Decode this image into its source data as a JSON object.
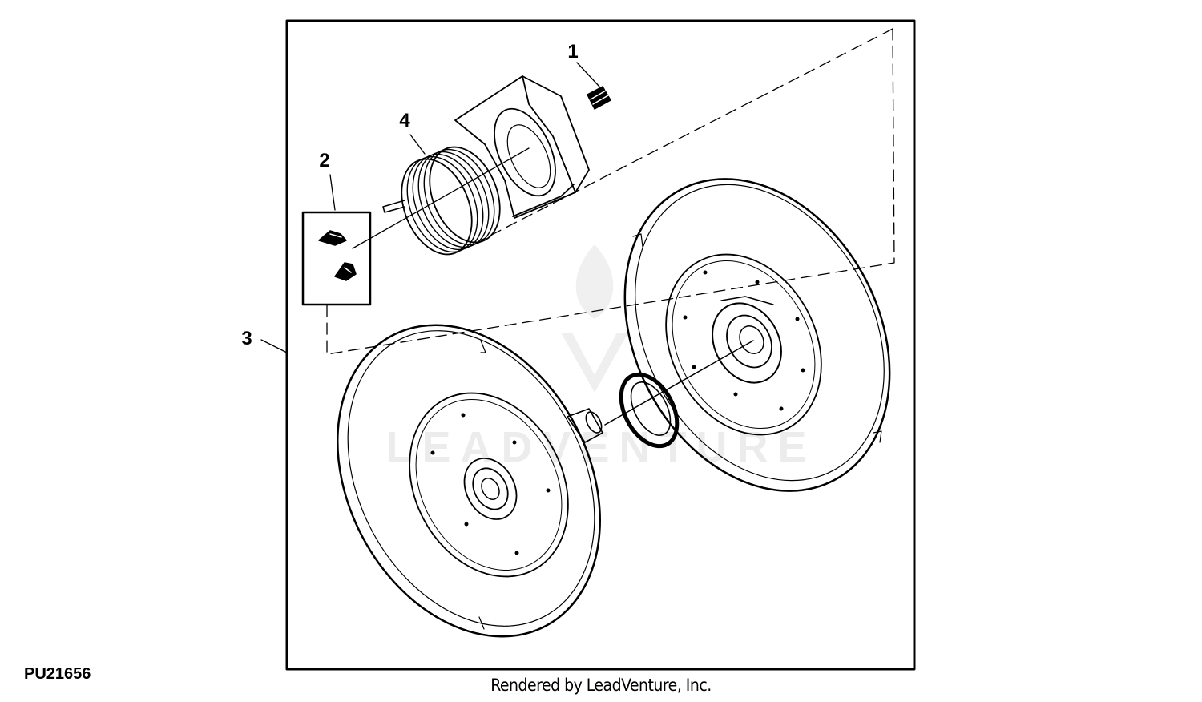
{
  "diagram": {
    "callouts": [
      "1",
      "2",
      "3",
      "4"
    ],
    "reference_code": "PU21656",
    "footer": "Rendered by LeadVenture, Inc.",
    "watermark": "LEADVENTURE"
  },
  "colors": {
    "line": "#000000",
    "background": "#ffffff"
  }
}
